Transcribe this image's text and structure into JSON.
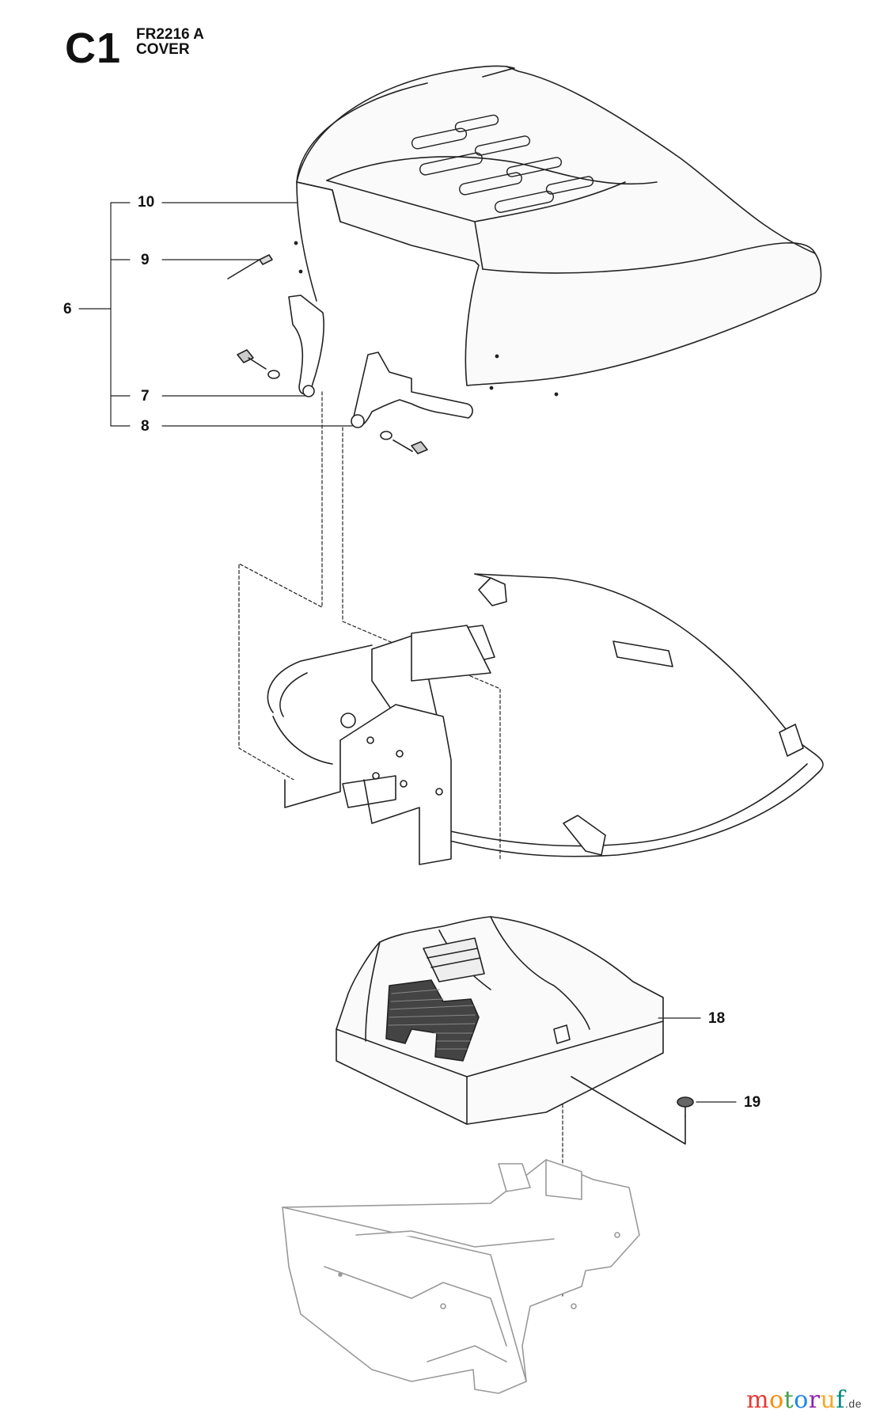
{
  "sheet": {
    "code": "C1",
    "model": "FR2216 A",
    "section": "COVER"
  },
  "callouts": [
    {
      "id": "10",
      "label": "10"
    },
    {
      "id": "9",
      "label": "9"
    },
    {
      "id": "6",
      "label": "6"
    },
    {
      "id": "7",
      "label": "7"
    },
    {
      "id": "8",
      "label": "8"
    },
    {
      "id": "18",
      "label": "18"
    },
    {
      "id": "19",
      "label": "19"
    }
  ],
  "watermark": {
    "letters": [
      {
        "ch": "m",
        "color": "#e53935"
      },
      {
        "ch": "o",
        "color": "#fb8c00"
      },
      {
        "ch": "t",
        "color": "#43a047"
      },
      {
        "ch": "o",
        "color": "#1e88e5"
      },
      {
        "ch": "r",
        "color": "#8e24aa"
      },
      {
        "ch": "u",
        "color": "#f9a825"
      },
      {
        "ch": "f",
        "color": "#00897b"
      }
    ],
    "tld": ".de"
  }
}
